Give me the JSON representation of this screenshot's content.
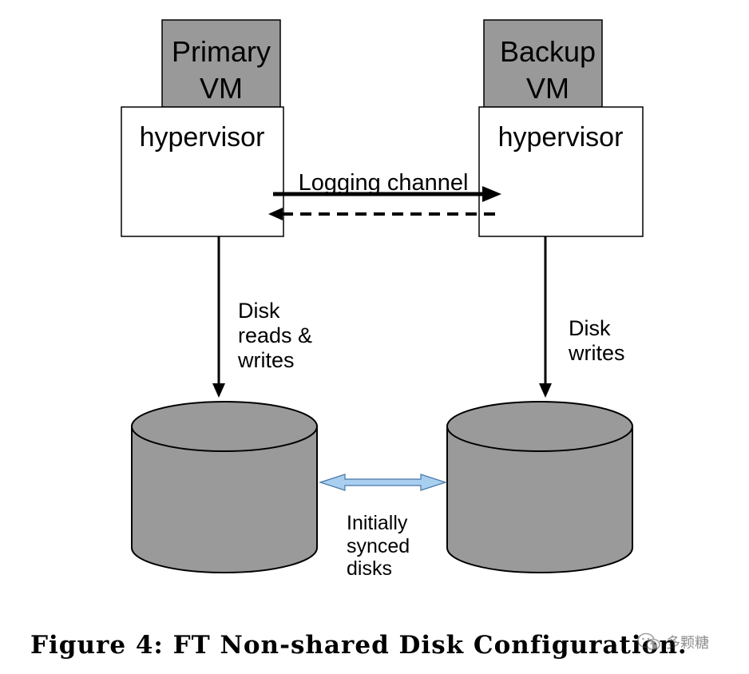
{
  "primary": {
    "vm_line1": "Primary",
    "vm_line2": "VM",
    "hypervisor": "hypervisor"
  },
  "backup": {
    "vm_line1": "Backup",
    "vm_line2": "VM",
    "hypervisor": "hypervisor"
  },
  "logging_channel": "Logging channel",
  "primary_disk_io": [
    "Disk",
    "reads &",
    "writes"
  ],
  "backup_disk_io": [
    "Disk",
    "writes"
  ],
  "sync_label": [
    "Initially",
    "synced",
    "disks"
  ],
  "caption": "Figure 4: FT Non-shared Disk Configuration.",
  "watermark": "多颗糖",
  "colors": {
    "vm_box": "#999999",
    "disk": "#9a9a9a",
    "sync_arrow": "#a8cef0"
  }
}
